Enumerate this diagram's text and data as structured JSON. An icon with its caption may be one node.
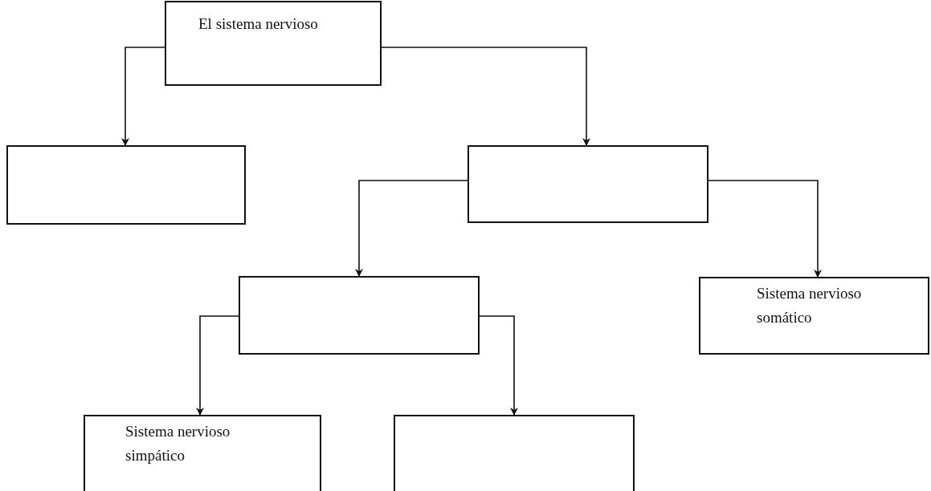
{
  "diagram": {
    "nodes": [
      {
        "text": [
          "El sistema nervioso"
        ]
      },
      {
        "text": [],
        "shape": "box"
      },
      {
        "text": [],
        "shape": "box"
      },
      {
        "text": [],
        "shape": "box"
      },
      {
        "text": [
          "Sistema nervioso somático"
        ]
      },
      {
        "text": [
          "Sistema nervioso simpático"
        ]
      },
      {
        "text": [],
        "shape": "box"
      }
    ],
    "edges": [
      {
        "from": 0,
        "to": 1,
        "arrow": "to"
      },
      {
        "from": 0,
        "to": 2,
        "arrow": "to"
      },
      {
        "from": 2,
        "to": 3,
        "arrow": "to"
      },
      {
        "from": 2,
        "to": 4,
        "arrow": "to"
      },
      {
        "from": 3,
        "to": 5,
        "arrow": "to"
      },
      {
        "from": 3,
        "to": 6,
        "arrow": "to"
      }
    ]
  }
}
